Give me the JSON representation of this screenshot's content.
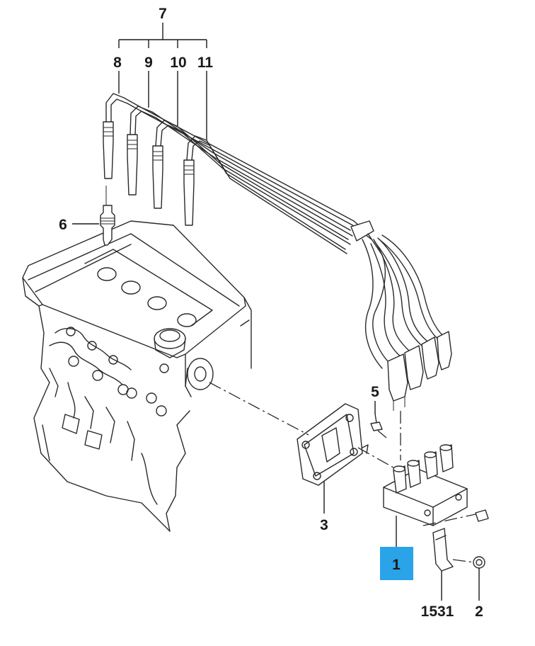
{
  "diagram": {
    "callouts": {
      "c1": "1",
      "c2": "2",
      "c3": "3",
      "c5": "5",
      "c6": "6",
      "c7": "7",
      "c8": "8",
      "c9": "9",
      "c10": "10",
      "c11": "11",
      "c1531": "1531"
    },
    "highlight_color": "#2aa3e8"
  }
}
